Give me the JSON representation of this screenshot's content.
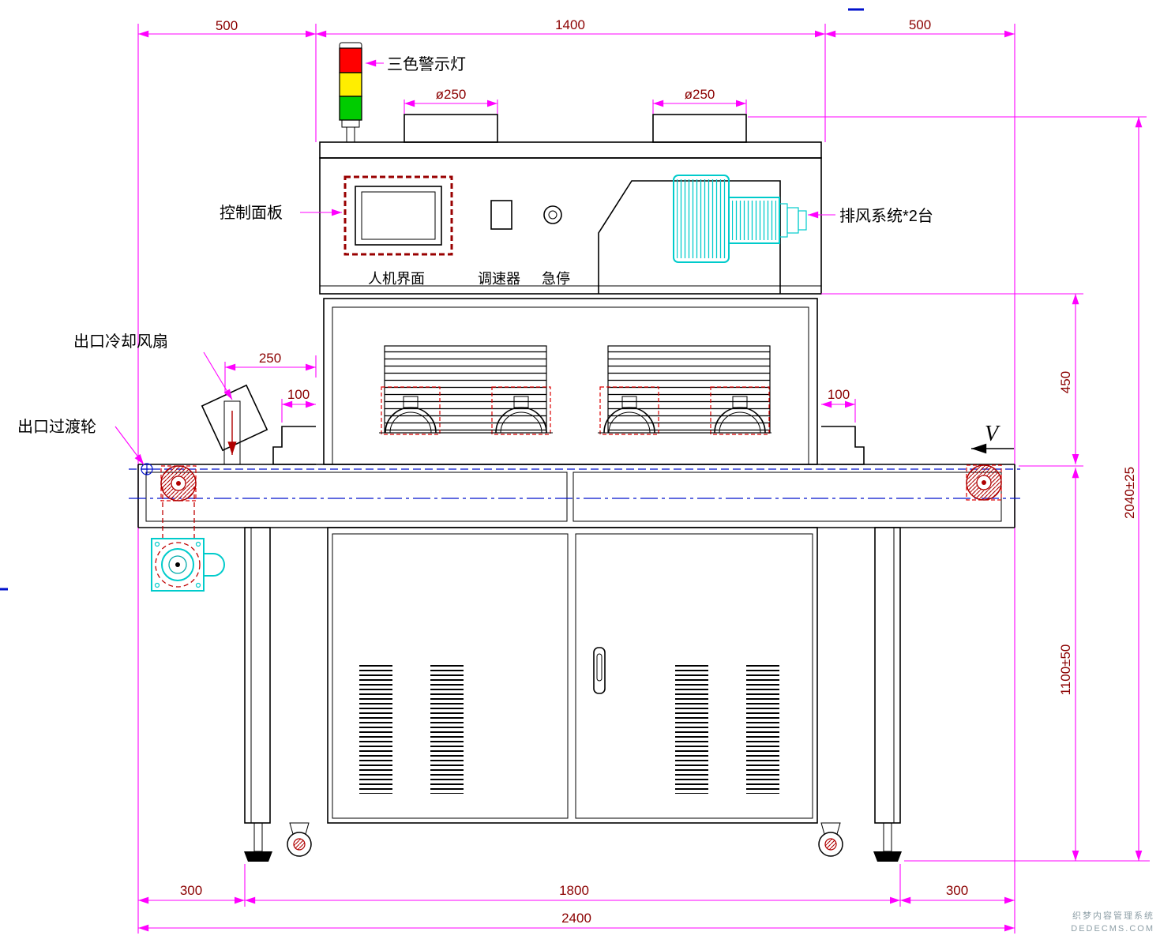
{
  "labels": {
    "warning_light": "三色警示灯",
    "control_panel": "控制面板",
    "hmi": "人机界面",
    "speed_controller": "调速器",
    "emergency_stop": "急停",
    "exhaust_system": "排风系统*2台",
    "outlet_cooling_fan": "出口冷却风扇",
    "outlet_transition_wheel": "出口过渡轮",
    "direction_v": "V"
  },
  "dims": {
    "top_left": "500",
    "top_center": "1400",
    "top_right": "500",
    "duct_left": "ø250",
    "duct_right": "ø250",
    "fan_offset": "250",
    "left_foot": "100",
    "right_foot": "100",
    "oven_height": "450",
    "overall_height": "2040±25",
    "base_height": "1100±50",
    "bottom_left": "300",
    "bottom_center": "1800",
    "bottom_right": "300",
    "overall_width": "2400"
  },
  "watermark": {
    "line1": "织梦内容管理系统",
    "line2": "DEDECMS.COM"
  },
  "colors": {
    "dimension_line": "#FF00FF",
    "dimension_text": "#8B0000",
    "outline": "#000000",
    "exhaust_cyan": "#00CBCB",
    "warn_red": "#FF0000",
    "warn_yellow": "#FFEE00",
    "warn_green": "#00CC00",
    "centerline_blue": "#0011CC",
    "lamp_red_dash": "#DD0000",
    "watermark_gray": "#8FA0A8"
  }
}
